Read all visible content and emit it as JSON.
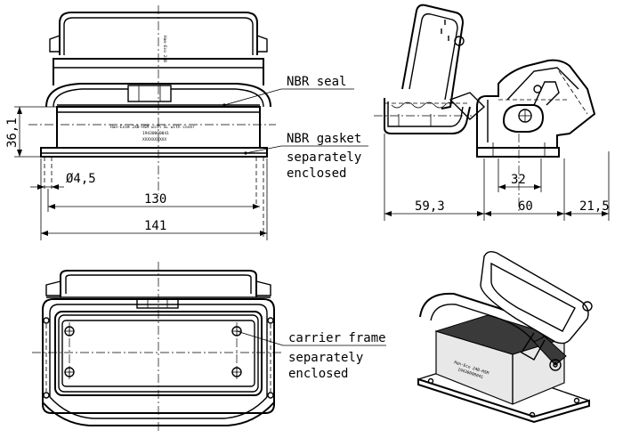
{
  "labels": {
    "nbr_seal": "NBR seal",
    "nbr_gasket": "NBR gasket",
    "gasket_sep1": "separately",
    "gasket_sep2": "enclosed",
    "carrier_frame": "carrier frame",
    "frame_sep1": "separately",
    "frame_sep2": "enclosed"
  },
  "dimensions": {
    "height": "36,1",
    "hole_dia": "Ø4,5",
    "width_inner": "130",
    "width_outer": "141",
    "side_left": "59,3",
    "side_mid": "60",
    "side_right": "21,5",
    "side_32": "32"
  },
  "product_marking": {
    "line1": "Han-Eco® 24B-HSM with SL with cover",
    "line2": "19430000041",
    "line3": "XXXXXXXXXX"
  }
}
